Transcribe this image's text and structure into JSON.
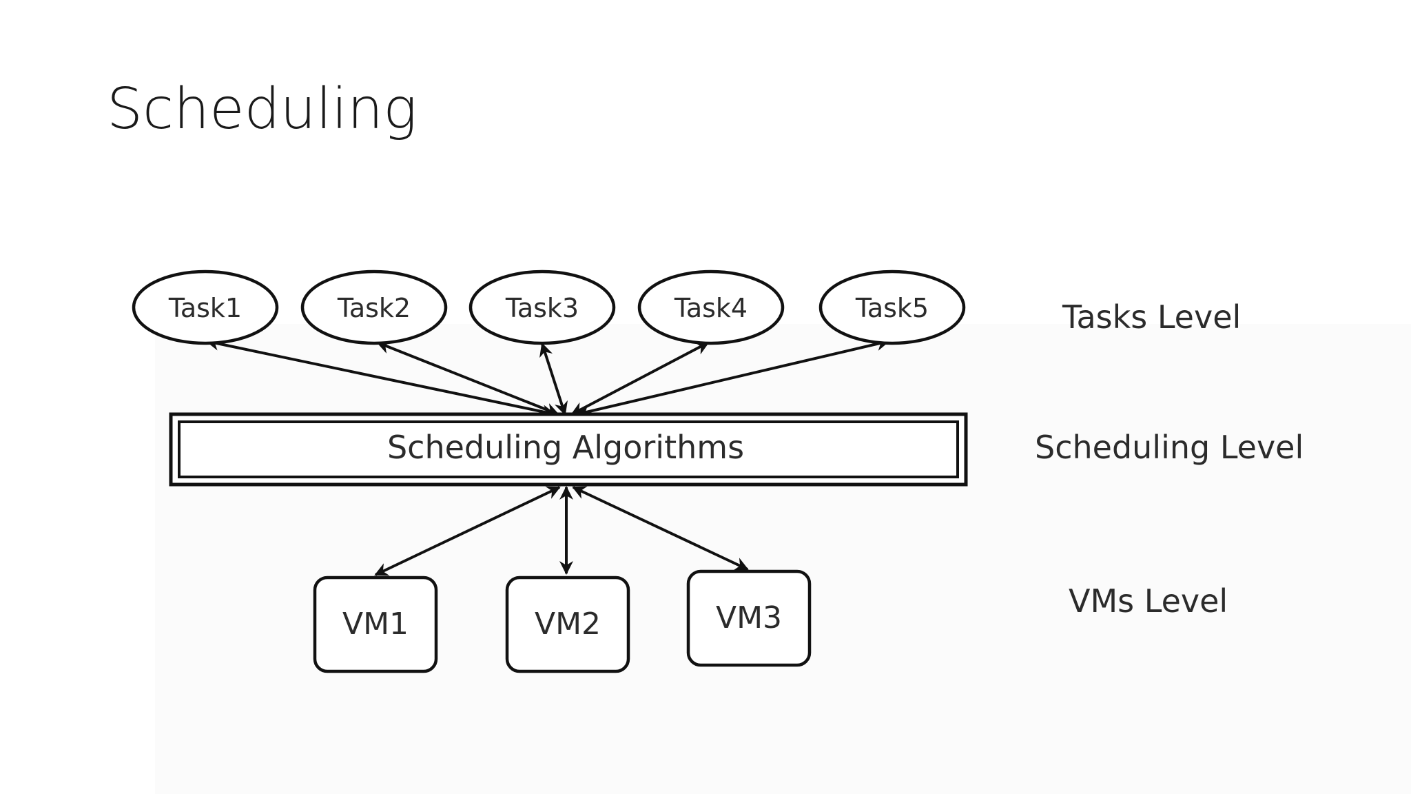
{
  "slide": {
    "title": "Scheduling"
  },
  "diagram": {
    "tasks": [
      {
        "id": "task1",
        "label": "Task1"
      },
      {
        "id": "task2",
        "label": "Task2"
      },
      {
        "id": "task3",
        "label": "Task3"
      },
      {
        "id": "task4",
        "label": "Task4"
      },
      {
        "id": "task5",
        "label": "Task5"
      }
    ],
    "scheduler": {
      "label": "Scheduling Algorithms"
    },
    "vms": [
      {
        "id": "vm1",
        "label": "VM1"
      },
      {
        "id": "vm2",
        "label": "VM2"
      },
      {
        "id": "vm3",
        "label": "VM3"
      }
    ],
    "levels": {
      "tasks": "Tasks Level",
      "scheduling": "Scheduling Level",
      "vms": "VMs Level"
    },
    "edges": [
      {
        "from": "scheduler",
        "to": "task1",
        "direction": "both"
      },
      {
        "from": "scheduler",
        "to": "task2",
        "direction": "both"
      },
      {
        "from": "scheduler",
        "to": "task3",
        "direction": "both"
      },
      {
        "from": "scheduler",
        "to": "task4",
        "direction": "both"
      },
      {
        "from": "scheduler",
        "to": "task5",
        "direction": "both"
      },
      {
        "from": "scheduler",
        "to": "vm1",
        "direction": "both"
      },
      {
        "from": "scheduler",
        "to": "vm2",
        "direction": "both"
      },
      {
        "from": "scheduler",
        "to": "vm3",
        "direction": "both"
      }
    ],
    "colors": {
      "stroke": "#111111",
      "text": "#2b2b2b",
      "background": "#ffffff"
    }
  }
}
